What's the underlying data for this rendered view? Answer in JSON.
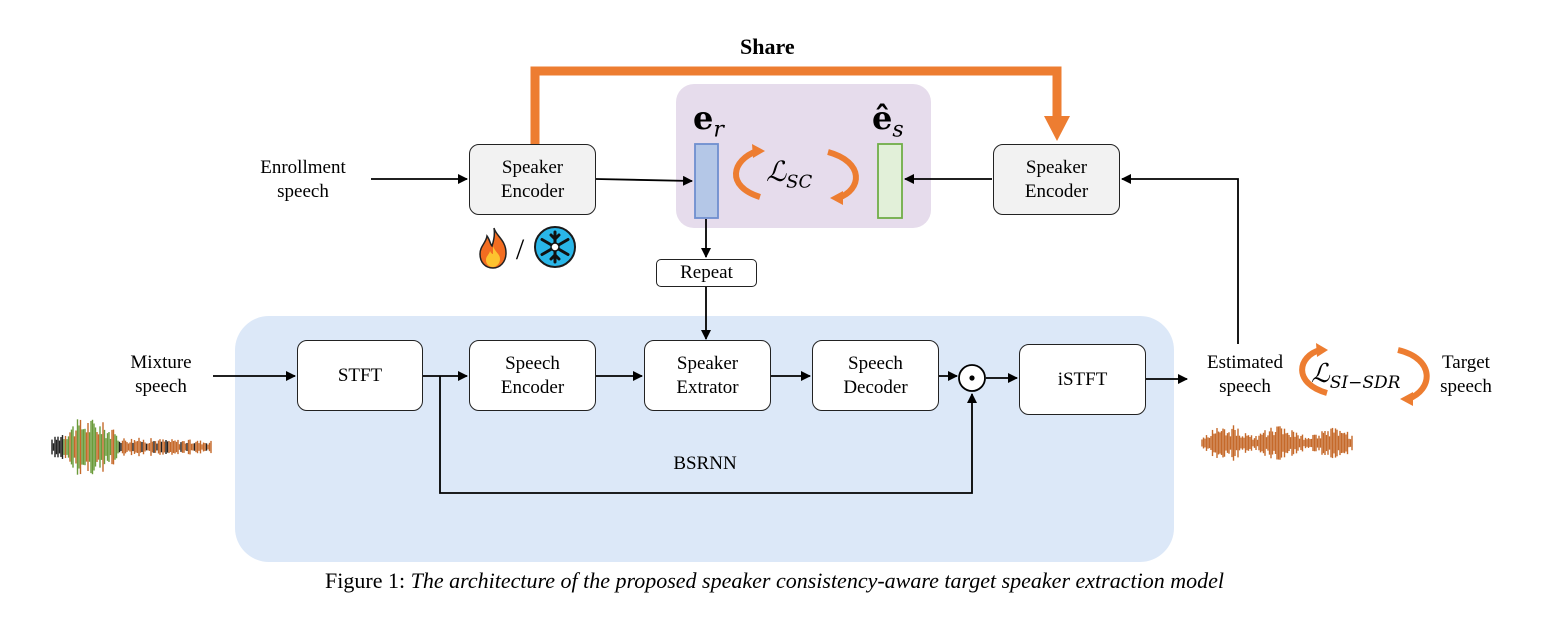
{
  "caption": {
    "prefix": "Figure 1:",
    "text": "The architecture of the proposed speaker consistency-aware target speaker extraction model"
  },
  "labels": {
    "share": "Share",
    "enrollment_speech_line1": "Enrollment",
    "enrollment_speech_line2": "speech",
    "mixture_speech_line1": "Mixture",
    "mixture_speech_line2": "speech",
    "estimated_speech_line1": "Estimated",
    "estimated_speech_line2": "speech",
    "target_speech_line1": "Target",
    "target_speech_line2": "speech",
    "bsrnn": "BSRNN",
    "slash": "/"
  },
  "blocks": {
    "speaker_encoder_left_line1": "Speaker",
    "speaker_encoder_left_line2": "Encoder",
    "speaker_encoder_right_line1": "Speaker",
    "speaker_encoder_right_line2": "Encoder",
    "repeat": "Repeat",
    "stft": "STFT",
    "speech_encoder_line1": "Speech",
    "speech_encoder_line2": "Encoder",
    "speaker_extractor_line1": "Speaker",
    "speaker_extractor_line2": "Extrator",
    "speech_decoder_line1": "Speech",
    "speech_decoder_line2": "Decoder",
    "istft": "iSTFT"
  },
  "math": {
    "e_r": "e",
    "e_r_sub": "r",
    "e_s": "ê",
    "e_s_sub": "s",
    "loss_sc": "ℒ",
    "loss_sc_sub": "SC",
    "loss_sisdr": "ℒ",
    "loss_sisdr_sub": "SI−SDR",
    "odot": "⊙"
  },
  "icons": {
    "fire": "fire-icon",
    "snowflake": "snowflake-icon"
  },
  "colors": {
    "share_arrow": "#ED7D31",
    "loss_arrows": "#ED7D31",
    "consistency_panel": "#E6DCEC",
    "bsrnn_panel": "#DCE8F8",
    "embedding_er": "#B4C7E7",
    "embedding_er_border": "#6F8FCF",
    "embedding_es": "#E2F0D9",
    "embedding_es_border": "#70AD47",
    "waveform_mixture_green": "#6A9B3A",
    "waveform_mixture_orange": "#C5692A",
    "waveform_estimated": "#C5692A"
  }
}
